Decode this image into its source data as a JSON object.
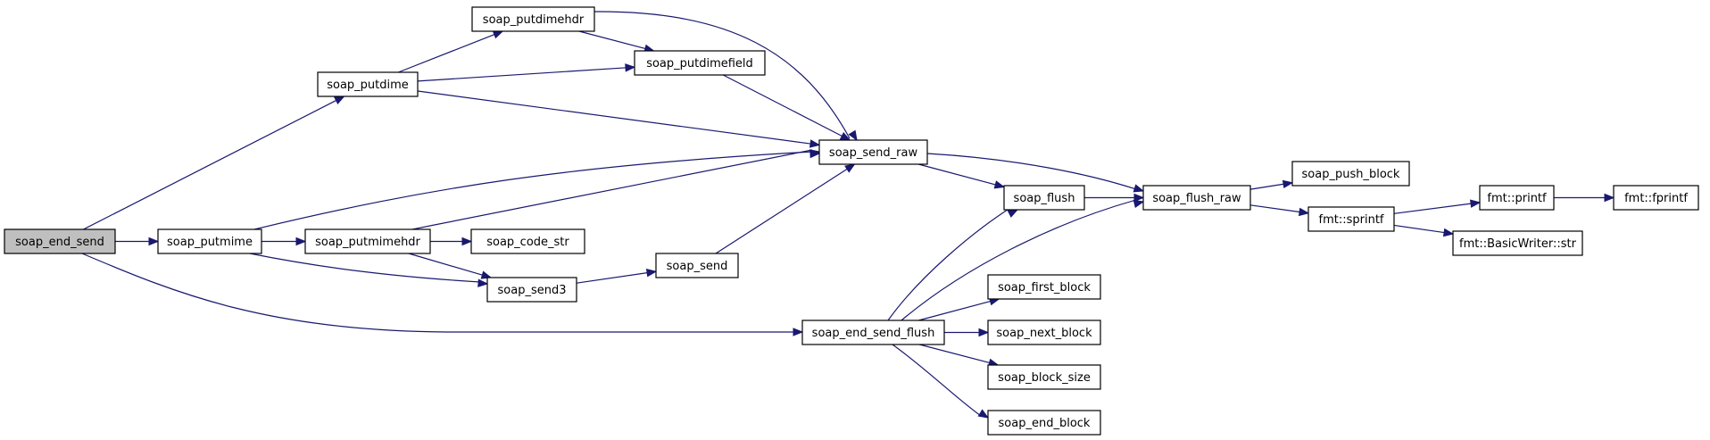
{
  "colors": {
    "edge": "#191970",
    "root_fill": "#bfbfbf",
    "node_fill": "#ffffff",
    "border": "#000000"
  },
  "nodes": [
    {
      "id": "soap_end_send",
      "label": "soap_end_send",
      "root": true
    },
    {
      "id": "soap_putdime",
      "label": "soap_putdime"
    },
    {
      "id": "soap_putdimehdr",
      "label": "soap_putdimehdr"
    },
    {
      "id": "soap_putdimefield",
      "label": "soap_putdimefield"
    },
    {
      "id": "soap_send_raw",
      "label": "soap_send_raw"
    },
    {
      "id": "soap_putmime",
      "label": "soap_putmime"
    },
    {
      "id": "soap_putmimehdr",
      "label": "soap_putmimehdr"
    },
    {
      "id": "soap_code_str",
      "label": "soap_code_str"
    },
    {
      "id": "soap_send3",
      "label": "soap_send3"
    },
    {
      "id": "soap_send",
      "label": "soap_send"
    },
    {
      "id": "soap_end_send_flush",
      "label": "soap_end_send_flush"
    },
    {
      "id": "soap_flush",
      "label": "soap_flush"
    },
    {
      "id": "soap_flush_raw",
      "label": "soap_flush_raw"
    },
    {
      "id": "soap_push_block",
      "label": "soap_push_block"
    },
    {
      "id": "fmt_sprintf",
      "label": "fmt::sprintf"
    },
    {
      "id": "fmt_printf",
      "label": "fmt::printf"
    },
    {
      "id": "fmt_fprintf",
      "label": "fmt::fprintf"
    },
    {
      "id": "fmt_bw_str",
      "label": "fmt::BasicWriter::str"
    },
    {
      "id": "soap_first_block",
      "label": "soap_first_block"
    },
    {
      "id": "soap_next_block",
      "label": "soap_next_block"
    },
    {
      "id": "soap_block_size",
      "label": "soap_block_size"
    },
    {
      "id": "soap_end_block",
      "label": "soap_end_block"
    }
  ],
  "edges": [
    [
      "soap_end_send",
      "soap_putdime"
    ],
    [
      "soap_end_send",
      "soap_putmime"
    ],
    [
      "soap_end_send",
      "soap_end_send_flush"
    ],
    [
      "soap_putdime",
      "soap_putdimehdr"
    ],
    [
      "soap_putdime",
      "soap_putdimefield"
    ],
    [
      "soap_putdime",
      "soap_send_raw"
    ],
    [
      "soap_putdimehdr",
      "soap_putdimefield"
    ],
    [
      "soap_putdimehdr",
      "soap_send_raw"
    ],
    [
      "soap_putdimefield",
      "soap_send_raw"
    ],
    [
      "soap_putmime",
      "soap_send_raw"
    ],
    [
      "soap_putmime",
      "soap_putmimehdr"
    ],
    [
      "soap_putmime",
      "soap_send3"
    ],
    [
      "soap_putmimehdr",
      "soap_send_raw"
    ],
    [
      "soap_putmimehdr",
      "soap_code_str"
    ],
    [
      "soap_putmimehdr",
      "soap_send3"
    ],
    [
      "soap_send3",
      "soap_send"
    ],
    [
      "soap_send",
      "soap_send_raw"
    ],
    [
      "soap_send_raw",
      "soap_flush"
    ],
    [
      "soap_send_raw",
      "soap_flush_raw"
    ],
    [
      "soap_flush",
      "soap_flush_raw"
    ],
    [
      "soap_flush_raw",
      "soap_push_block"
    ],
    [
      "soap_flush_raw",
      "fmt_sprintf"
    ],
    [
      "fmt_sprintf",
      "fmt_printf"
    ],
    [
      "fmt_sprintf",
      "fmt_bw_str"
    ],
    [
      "fmt_printf",
      "fmt_fprintf"
    ],
    [
      "soap_end_send_flush",
      "soap_flush"
    ],
    [
      "soap_end_send_flush",
      "soap_flush_raw"
    ],
    [
      "soap_end_send_flush",
      "soap_first_block"
    ],
    [
      "soap_end_send_flush",
      "soap_next_block"
    ],
    [
      "soap_end_send_flush",
      "soap_block_size"
    ],
    [
      "soap_end_send_flush",
      "soap_end_block"
    ]
  ]
}
